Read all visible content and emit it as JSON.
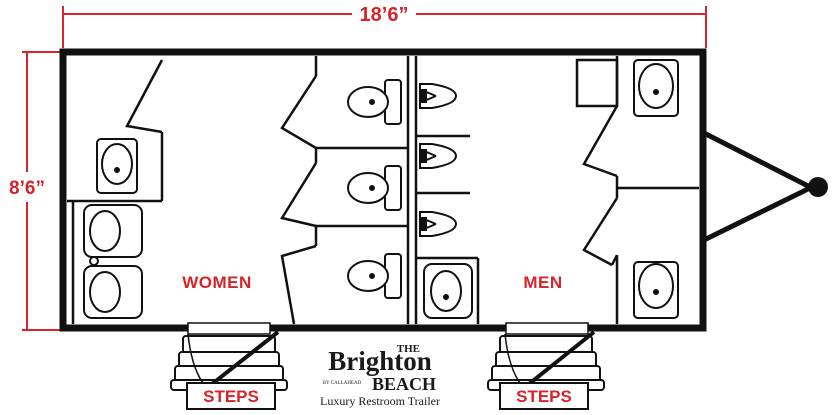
{
  "dimensions": {
    "length": "18’6”",
    "width": "8’6”"
  },
  "rooms": {
    "women": "WOMEN",
    "men": "MEN"
  },
  "steps": {
    "left": "STEPS",
    "right": "STEPS"
  },
  "brand": {
    "the": "THE",
    "name_line1": "Brighton",
    "name_line2": "BEACH",
    "maker": "BY CALLAHEAD",
    "tagline": "Luxury Restroom Trailer"
  },
  "colors": {
    "dimension": "#d8232a",
    "walls": "#111111"
  }
}
